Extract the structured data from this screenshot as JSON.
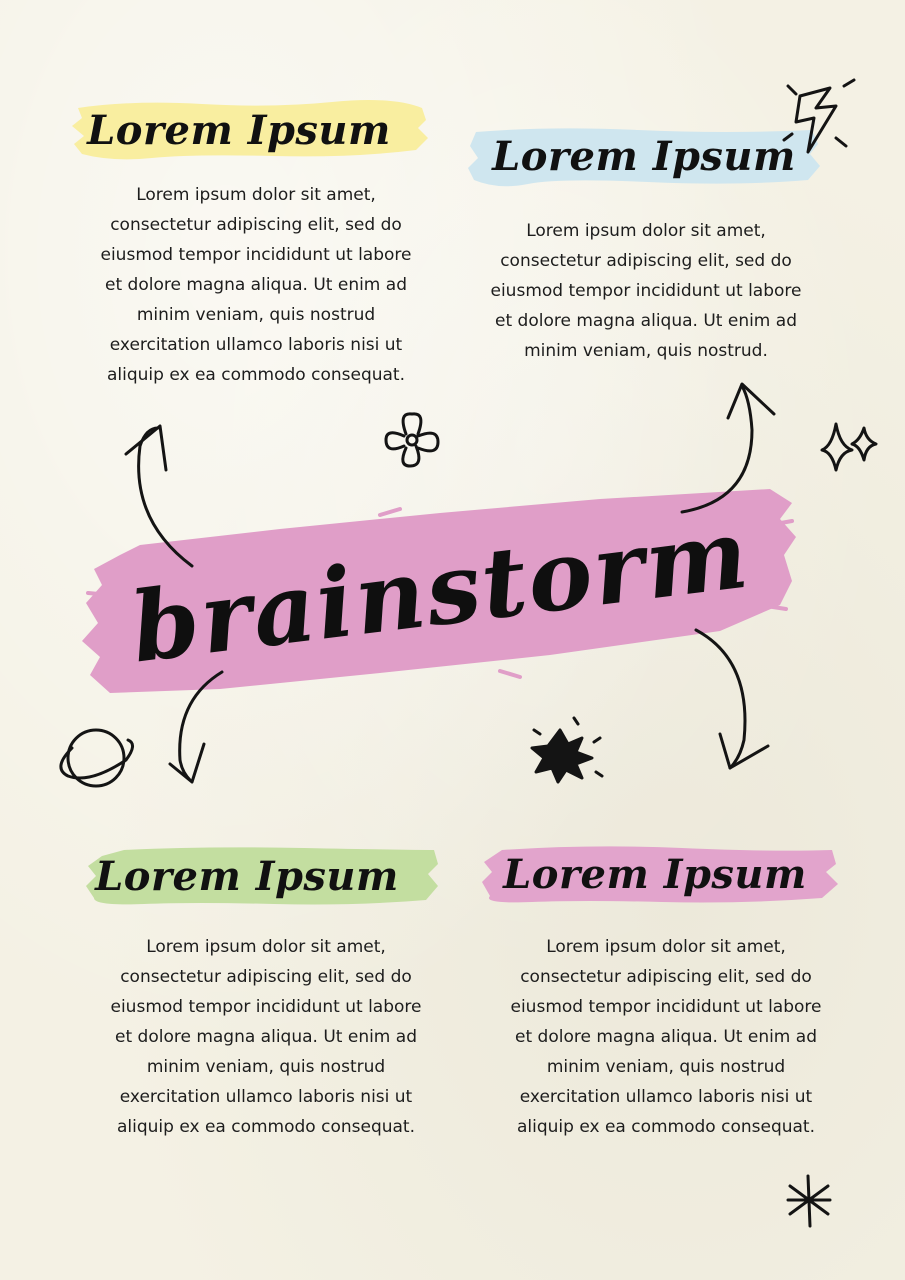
{
  "center": {
    "label": "brainstorm"
  },
  "cards": [
    {
      "title": "Lorem Ipsum",
      "body": "Lorem ipsum dolor sit amet, consectetur adipiscing elit, sed do eiusmod tempor incididunt ut labore et dolore magna aliqua. Ut enim ad minim veniam, quis nostrud exercitation ullamco laboris nisi ut aliquip ex ea commodo consequat.",
      "color": "#f9eea0"
    },
    {
      "title": "Lorem Ipsum",
      "body": "Lorem ipsum dolor sit amet, consectetur adipiscing elit, sed do eiusmod tempor incididunt ut labore et dolore magna aliqua. Ut enim ad minim veniam, quis nostrud.",
      "color": "#cfe6ef"
    },
    {
      "title": "Lorem Ipsum",
      "body": "Lorem ipsum dolor sit amet, consectetur adipiscing elit, sed do eiusmod tempor incididunt ut labore et dolore magna aliqua. Ut enim ad minim veniam, quis nostrud exercitation ullamco laboris nisi ut aliquip ex ea commodo consequat.",
      "color": "#c3dea0"
    },
    {
      "title": "Lorem Ipsum",
      "body": "Lorem ipsum dolor sit amet, consectetur adipiscing elit, sed do eiusmod tempor incididunt ut labore et dolore magna aliqua. Ut enim ad minim veniam, quis nostrud exercitation ullamco laboris nisi ut aliquip ex ea commodo consequat.",
      "color": "#e2a4cc"
    }
  ],
  "accent_colors": {
    "center_brush": "#e09ec8",
    "ink": "#141414",
    "paper": "#f4f1e4"
  },
  "icons": [
    "lightning-icon",
    "sparkle-icon",
    "flower-icon",
    "planet-icon",
    "starburst-icon",
    "asterisk-icon"
  ]
}
